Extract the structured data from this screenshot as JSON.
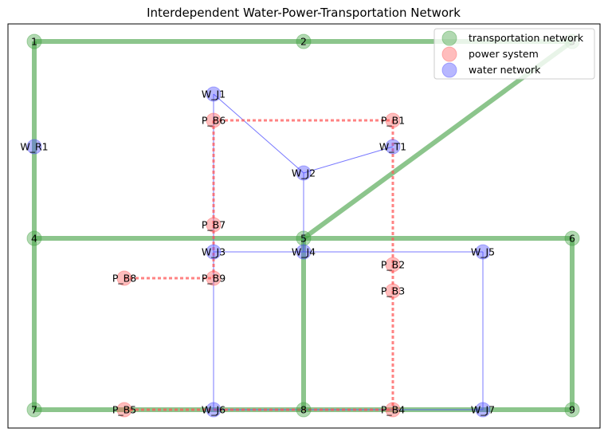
{
  "title": "Interdependent Water-Power-Transportation Network",
  "colors": {
    "transportation": "#3f9f3f",
    "power": "#ff5a5a",
    "water": "#4b4bff"
  },
  "legend": {
    "placement": "top-right",
    "items": [
      {
        "label": "transportation network",
        "color_key": "transportation"
      },
      {
        "label": "power system",
        "color_key": "power"
      },
      {
        "label": "water network",
        "color_key": "water"
      }
    ]
  },
  "nodes": {
    "1": {
      "label": "1",
      "layer": "transportation"
    },
    "2": {
      "label": "2",
      "layer": "transportation"
    },
    "3": {
      "label": "3",
      "layer": "transportation"
    },
    "4": {
      "label": "4",
      "layer": "transportation"
    },
    "5": {
      "label": "5",
      "layer": "transportation"
    },
    "6": {
      "label": "6",
      "layer": "transportation"
    },
    "7": {
      "label": "7",
      "layer": "transportation"
    },
    "8": {
      "label": "8",
      "layer": "transportation"
    },
    "9": {
      "label": "9",
      "layer": "transportation"
    },
    "P_B1": {
      "label": "P_B1",
      "layer": "power"
    },
    "P_B2": {
      "label": "P_B2",
      "layer": "power"
    },
    "P_B3": {
      "label": "P_B3",
      "layer": "power"
    },
    "P_B4": {
      "label": "P_B4",
      "layer": "power"
    },
    "P_B5": {
      "label": "P_B5",
      "layer": "power"
    },
    "P_B6": {
      "label": "P_B6",
      "layer": "power"
    },
    "P_B7": {
      "label": "P_B7",
      "layer": "power"
    },
    "P_B8": {
      "label": "P_B8",
      "layer": "power"
    },
    "P_B9": {
      "label": "P_B9",
      "layer": "power"
    },
    "W_R1": {
      "label": "W_R1",
      "layer": "water"
    },
    "W_J1": {
      "label": "W_J1",
      "layer": "water"
    },
    "W_J2": {
      "label": "W_J2",
      "layer": "water"
    },
    "W_T1": {
      "label": "W_T1",
      "layer": "water"
    },
    "W_J3": {
      "label": "W_J3",
      "layer": "water"
    },
    "W_J4": {
      "label": "W_J4",
      "layer": "water"
    },
    "W_J5": {
      "label": "W_J5",
      "layer": "water"
    },
    "W_J6": {
      "label": "W_J6",
      "layer": "water"
    },
    "W_J7": {
      "label": "W_J7",
      "layer": "water"
    }
  },
  "edges": {
    "transportation": [
      [
        "1",
        "2"
      ],
      [
        "2",
        "3"
      ],
      [
        "1",
        "4"
      ],
      [
        "4",
        "5"
      ],
      [
        "5",
        "6"
      ],
      [
        "5",
        "3"
      ],
      [
        "4",
        "7"
      ],
      [
        "5",
        "8"
      ],
      [
        "6",
        "9"
      ],
      [
        "7",
        "8"
      ],
      [
        "8",
        "9"
      ]
    ],
    "power": [
      [
        "P_B6",
        "P_B1"
      ],
      [
        "P_B1",
        "P_B2"
      ],
      [
        "P_B2",
        "P_B3"
      ],
      [
        "P_B3",
        "P_B4"
      ],
      [
        "P_B6",
        "P_B7"
      ],
      [
        "P_B7",
        "P_B9"
      ],
      [
        "P_B8",
        "P_B9"
      ],
      [
        "P_B5",
        "P_B4"
      ]
    ],
    "water": [
      [
        "W_J1",
        "W_J2"
      ],
      [
        "W_J2",
        "W_T1"
      ],
      [
        "W_J2",
        "W_J4"
      ],
      [
        "W_J1",
        "W_J3"
      ],
      [
        "W_J3",
        "W_J4"
      ],
      [
        "W_J4",
        "W_J5"
      ],
      [
        "W_J3",
        "W_J6"
      ],
      [
        "W_J6",
        "W_J7"
      ],
      [
        "W_J5",
        "W_J7"
      ]
    ]
  }
}
